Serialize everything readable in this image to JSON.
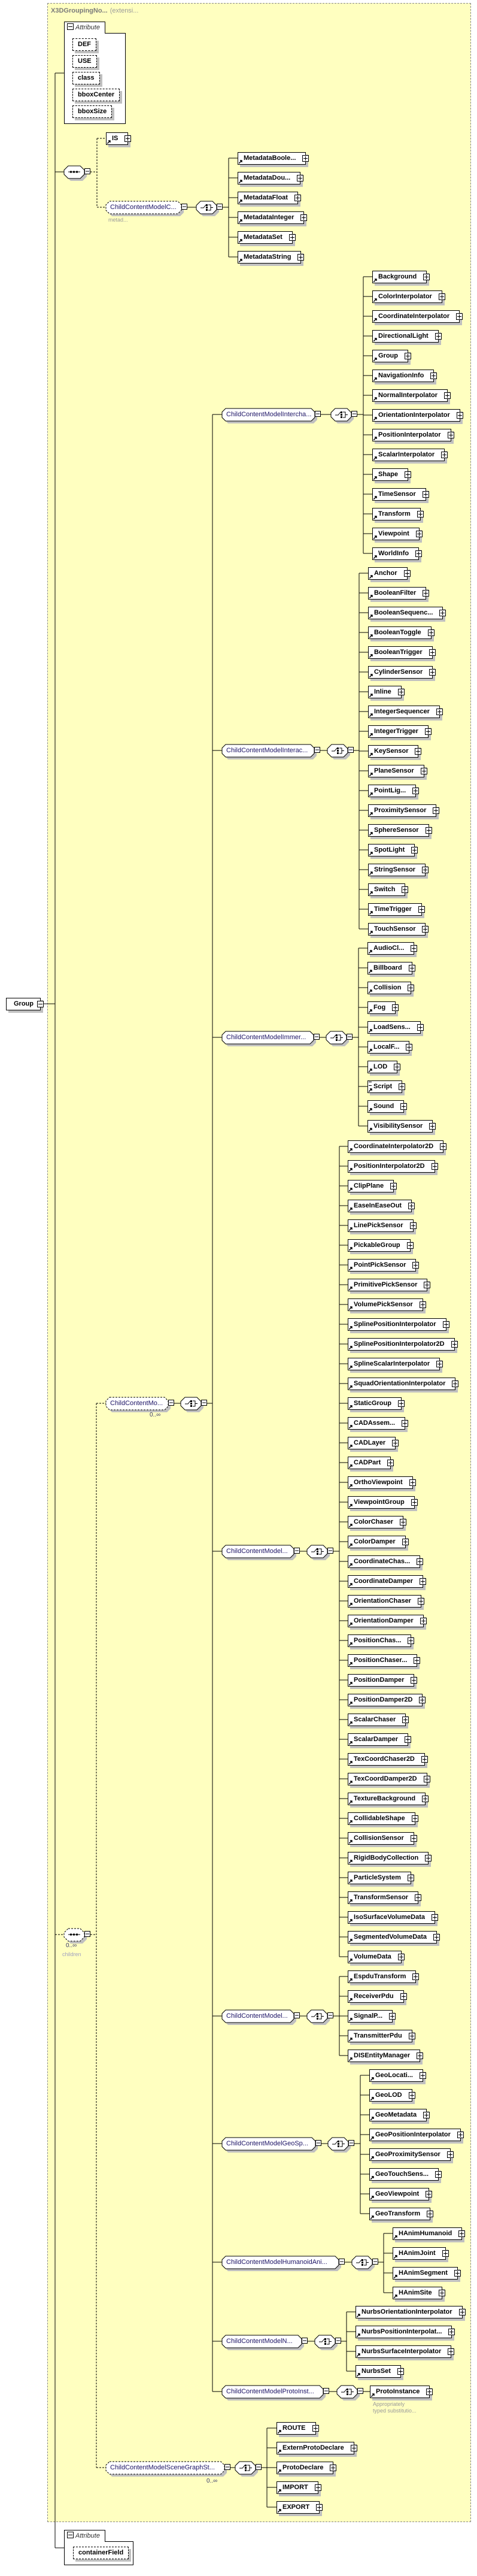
{
  "diagram": {
    "root_element": "Group",
    "base_type": "X3DGroupingNo...",
    "derivation": "(extensi...",
    "attribute_header": "Attribute",
    "attributes": [
      "DEF",
      "USE",
      "class",
      "bboxCenter",
      "bboxSize"
    ],
    "trailing_attributes": [
      "containerField"
    ],
    "sequence_1": {
      "is_element": "IS",
      "metadata_group": {
        "label": "ChildContentModelC...",
        "annotation": "metad...",
        "items": [
          "MetadataBoole...",
          "MetadataDou...",
          "MetadataFloat",
          "MetadataInteger",
          "MetadataSet",
          "MetadataString"
        ]
      }
    },
    "sequence_2": {
      "occurrence": "0..∞",
      "annotation": "children",
      "children_group": {
        "label": "ChildContentMo...",
        "occurrence": "0..∞",
        "choices": [
          {
            "label": "ChildContentModelIntercha...",
            "items": [
              "Background",
              "ColorInterpolator",
              "CoordinateInterpolator",
              "DirectionalLight",
              "Group",
              "NavigationInfo",
              "NormalInterpolator",
              "OrientationInterpolator",
              "PositionInterpolator",
              "ScalarInterpolator",
              "Shape",
              "TimeSensor",
              "Transform",
              "Viewpoint",
              "WorldInfo"
            ]
          },
          {
            "label": "ChildContentModelInterac...",
            "items": [
              "Anchor",
              "BooleanFilter",
              "BooleanSequenc...",
              "BooleanToggle",
              "BooleanTrigger",
              "CylinderSensor",
              "Inline",
              "IntegerSequencer",
              "IntegerTrigger",
              "KeySensor",
              "PlaneSensor",
              "PointLig...",
              "ProximitySensor",
              "SphereSensor",
              "SpotLight",
              "StringSensor",
              "Switch",
              "TimeTrigger",
              "TouchSensor"
            ]
          },
          {
            "label": "ChildContentModelImmer...",
            "items": [
              "AudioCl...",
              "Billboard",
              "Collision",
              "Fog",
              "LoadSens...",
              "LocalF...",
              "LOD",
              "Script",
              "Sound",
              "VisibilitySensor"
            ]
          },
          {
            "label": "ChildContentModel...",
            "items": [
              "CoordinateInterpolator2D",
              "PositionInterpolator2D",
              "ClipPlane",
              "EaseInEaseOut",
              "LinePickSensor",
              "PickableGroup",
              "PointPickSensor",
              "PrimitivePickSensor",
              "VolumePickSensor",
              "SplinePositionInterpolator",
              "SplinePositionInterpolator2D",
              "SplineScalarInterpolator",
              "SquadOrientationInterpolator",
              "StaticGroup",
              "CADAssem...",
              "CADLayer",
              "CADPart",
              "OrthoViewpoint",
              "ViewpointGroup",
              "ColorChaser",
              "ColorDamper",
              "CoordinateChas...",
              "CoordinateDamper",
              "OrientationChaser",
              "OrientationDamper",
              "PositionChas...",
              "PositionChaser...",
              "PositionDamper",
              "PositionDamper2D",
              "ScalarChaser",
              "ScalarDamper",
              "TexCoordChaser2D",
              "TexCoordDamper2D",
              "TextureBackground",
              "CollidableShape",
              "CollisionSensor",
              "RigidBodyCollection",
              "ParticleSystem",
              "TransformSensor",
              "IsoSurfaceVolumeData",
              "SegmentedVolumeData",
              "VolumeData"
            ]
          },
          {
            "label": "ChildContentModel...",
            "items": [
              "EspduTransform",
              "ReceiverPdu",
              "SignalP...",
              "TransmitterPdu",
              "DISEntityManager"
            ]
          },
          {
            "label": "ChildContentModelGeoSp...",
            "items": [
              "GeoLocati...",
              "GeoLOD",
              "GeoMetadata",
              "GeoPositionInterpolator",
              "GeoProximitySensor",
              "GeoTouchSens...",
              "GeoViewpoint",
              "GeoTransform"
            ]
          },
          {
            "label": "ChildContentModelHumanoidAni...",
            "items": [
              "HAnimHumanoid",
              "HAnimJoint",
              "HAnimSegment",
              "HAnimSite"
            ]
          },
          {
            "label": "ChildContentModelN...",
            "items": [
              "NurbsOrientationInterpolator",
              "NurbsPositionInterpolat...",
              "NurbsSurfaceInterpolator",
              "NurbsSet"
            ]
          },
          {
            "label": "ChildContentModelProtoInst...",
            "items": [
              "ProtoInstance"
            ],
            "annotation_lines": [
              "Appropriately",
              "typed substitutio..."
            ]
          }
        ]
      },
      "scenegraph_group": {
        "label": "ChildContentModelSceneGraphSt...",
        "occurrence": "0..∞",
        "items": [
          "ROUTE",
          "ExternProtoDeclare",
          "ProtoDeclare",
          "IMPORT",
          "EXPORT"
        ]
      }
    },
    "colors": {
      "region_background": "#ffffc0",
      "shadow": "#c0c0c0",
      "group_text": "#1d1466"
    }
  }
}
